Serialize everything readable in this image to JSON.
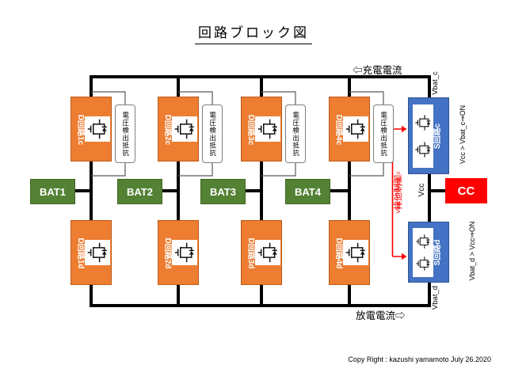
{
  "title": "回路ブロック図",
  "annotations": {
    "charge_current": "⇦充電電流",
    "discharge_current": "放電電流⇨",
    "vbat_c": "Vbat_c",
    "vbat_d": "Vbat_d",
    "vcc": "Vcc",
    "s_c_condition": "Vcc > Vbat_c⇒ON",
    "s_d_condition": "Vbat_d > Vcc⇒ON",
    "exclusive_control": "排他制御",
    "exclusive_condition": "Vbat_d≒Vbat_c",
    "copyright": "Copy Right : kazushi yamamoto July 26.2020"
  },
  "blocks": {
    "d_top": [
      "D回路1c",
      "D回路2c",
      "D回路3c",
      "D回路4c"
    ],
    "d_bottom": [
      "D回路1d",
      "D回路2d",
      "D回路3d",
      "D回路4d"
    ],
    "batteries": [
      "BAT1",
      "BAT2",
      "BAT3",
      "BAT4"
    ],
    "s_top": "S回路c",
    "s_bottom": "S回路d",
    "cc": "CC",
    "voltage_detector": "電圧検出抵抗"
  },
  "colors": {
    "d_block": "#ED7D31",
    "battery_block": "#548235",
    "s_block": "#4472C4",
    "cc_block": "#FF0000",
    "annotation_red": "#FF0000",
    "wire": "#000000"
  }
}
